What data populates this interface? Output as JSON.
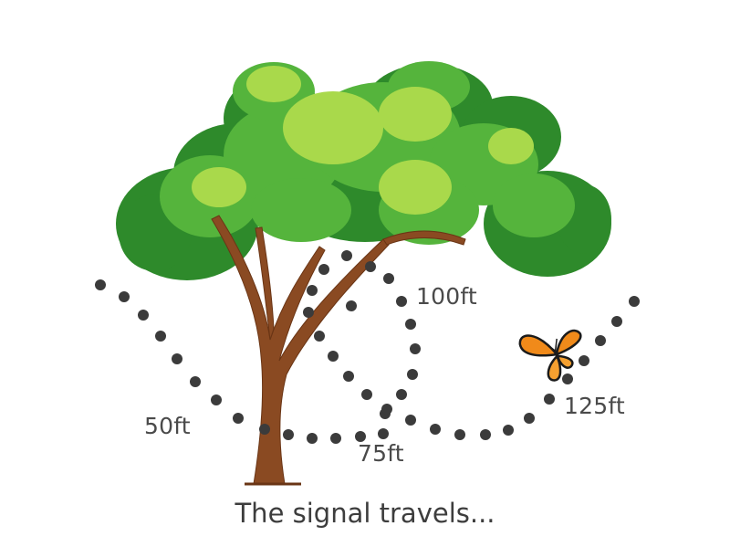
{
  "labels": {
    "d50": "50ft",
    "d75": "75ft",
    "d100": "100ft",
    "d125": "125ft"
  },
  "caption": "The signal travels...",
  "icons": {
    "tree": "tree-icon",
    "butterfly": "butterfly-icon"
  },
  "colors": {
    "dot": "#3b3b3b",
    "text": "#4a4a4a",
    "leaf_dark": "#2f8a2c",
    "leaf_mid": "#53b43a",
    "leaf_light": "#a6d84a",
    "trunk": "#8a4a22",
    "butterfly_orange": "#f08a1a"
  }
}
